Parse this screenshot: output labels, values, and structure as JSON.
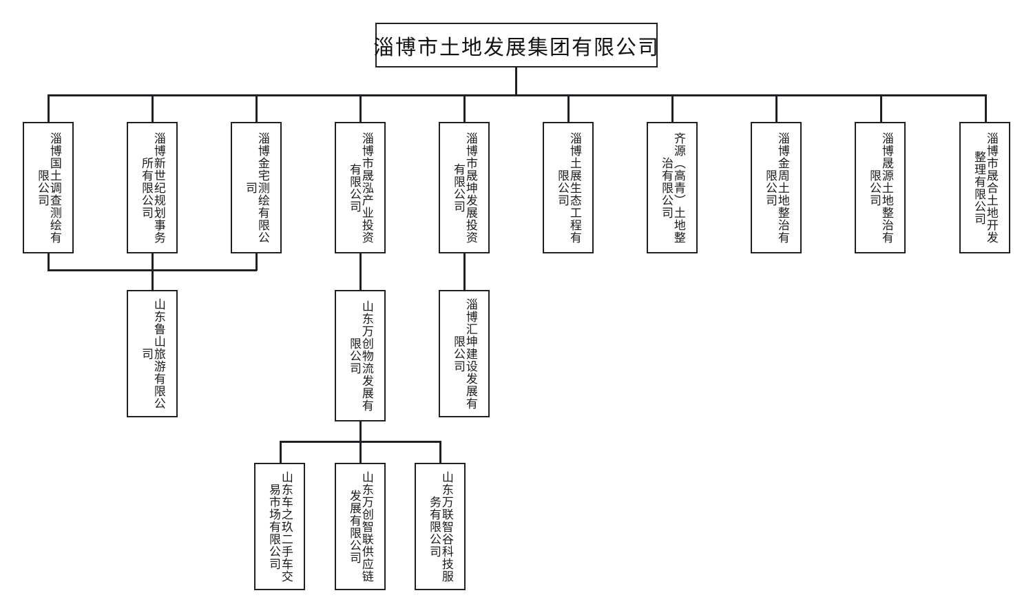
{
  "diagram": {
    "type": "organization-chart",
    "title_text": "淄博市土地发展集团有限公司",
    "orientation": "top-down",
    "line_color": "#1d1f23",
    "box_fill": "#ffffff",
    "text_color": "#1a1a1a",
    "text_direction": "vertical",
    "levels": 4
  },
  "root": {
    "label": "淄博市土地发展集团有限公司"
  },
  "level1": [
    {
      "label": "淄博国土调查测绘有限公司"
    },
    {
      "label": "淄博新世纪规划事务所有限公司"
    },
    {
      "label": "淄博金宅测绘有限公司"
    },
    {
      "label": "淄博市晟泓产业投资有限公司"
    },
    {
      "label": "淄博市晟坤发展投资有限公司"
    },
    {
      "label": "淄博土展生态工程有限公司"
    },
    {
      "label": "齐源（高青）土地整治有限公司"
    },
    {
      "label": "淄博金周土地整治有限公司"
    },
    {
      "label": "淄博晟源土地整治有限公司"
    },
    {
      "label": "淄博市晟合土地开发整理有限公司"
    }
  ],
  "level2": [
    {
      "label": "山东鲁山旅游有限公司"
    },
    {
      "label": "山东万创物流发展有限公司"
    },
    {
      "label": "淄博汇坤建设发展有限公司"
    }
  ],
  "level3": [
    {
      "label": "山东车之玖二手车交易市场有限公司"
    },
    {
      "label": "山东万创智联供应链发展有限公司"
    },
    {
      "label": "山东万联智谷科技服务有限公司"
    }
  ]
}
